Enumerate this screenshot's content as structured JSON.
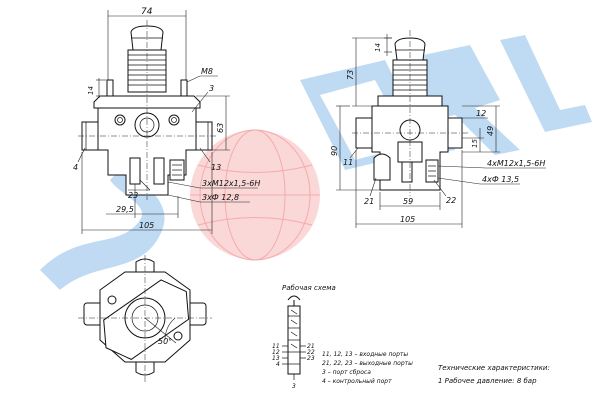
{
  "colors": {
    "watermark_blue": "#4f93d8",
    "watermark_red": "#e8343a",
    "line": "#111111"
  },
  "watermark": {
    "text": "SORL"
  },
  "front_view": {
    "dim_width_top": "74",
    "dim_14": "14",
    "thread_m8": "M8",
    "callout_3": "3",
    "dim_63": "63",
    "callout_4": "4",
    "callout_13": "13",
    "callout_23": "23",
    "thread_label": "3xM12x1,5-6H",
    "bore_label": "3xФ 12,8",
    "dim_29_5": "29,5",
    "dim_105": "105"
  },
  "side_view": {
    "dim_14": "14",
    "dim_73": "73",
    "dim_90": "90",
    "dim_12": "12",
    "dim_49": "49",
    "dim_15": "15",
    "callout_11": "11",
    "callout_21": "21",
    "dim_59": "59",
    "callout_22": "22",
    "dim_105": "105",
    "thread_label": "4xM12x1,5-6H",
    "bore_label": "4xФ 13,5"
  },
  "bottom_view": {
    "angle": "50°"
  },
  "schema": {
    "title": "Рабочая схема",
    "ports_left": [
      "11",
      "12",
      "13",
      "4"
    ],
    "ports_right": [
      "21",
      "22",
      "23"
    ],
    "port_3": "3",
    "legend": [
      "11, 12, 13 – входные порты",
      "21, 22, 23 – выходные порты",
      "3 – порт сброса",
      "4 – контрольный порт"
    ]
  },
  "specs": {
    "title": "Технические характеристики:",
    "items": [
      "1 Рабочее давление: 8 бар"
    ]
  }
}
